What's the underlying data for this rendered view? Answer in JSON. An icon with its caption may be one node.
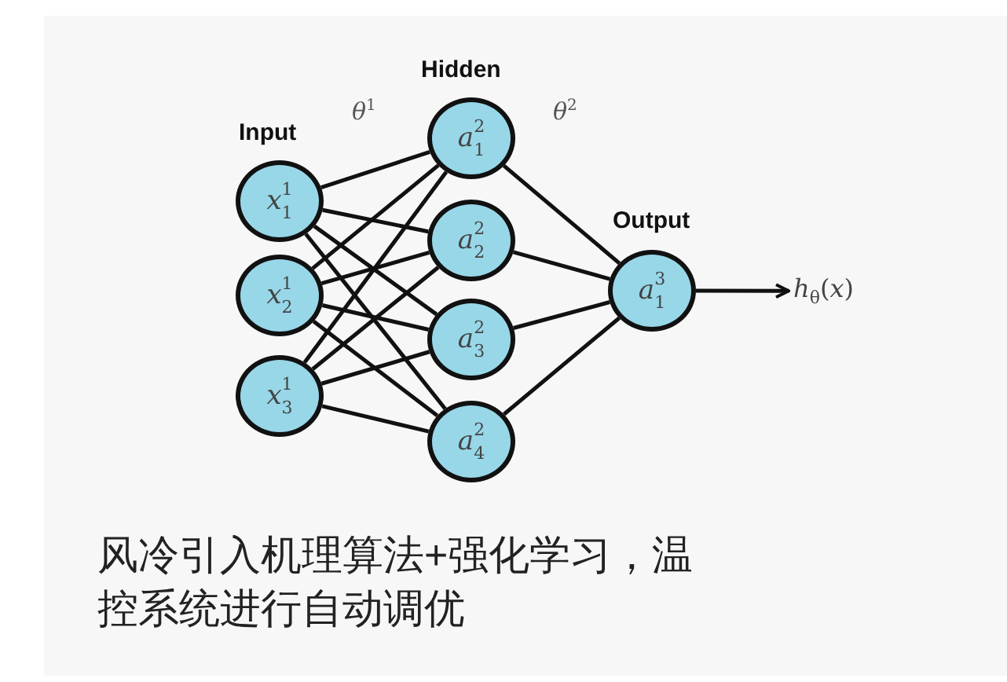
{
  "diagram": {
    "caption": "风冷引入机理算法+强化学习，温控系统进行自动调优",
    "nodes": [
      {
        "text": [
          "*x*$^{1}$$_{1}$"
        ]
      },
      {
        "text": [
          "*x*$^{1}$$_{2}$"
        ]
      },
      {
        "text": [
          "*x*$^{1}$$_{3}$"
        ]
      },
      {
        "text": [
          "*a*$^{2}$$_{1}$"
        ]
      },
      {
        "text": [
          "*a*$^{2}$$_{2}$"
        ]
      },
      {
        "text": [
          "*a*$^{2}$$_{3}$"
        ]
      },
      {
        "text": [
          "*a*$^{2}$$_{4}$"
        ]
      },
      {
        "text": [
          "*a*$^{3}$$_{1}$"
        ]
      },
      {
        "text": [
          "*h*$_{θ}$(*x*)"
        ]
      }
    ],
    "edges": [
      {
        "from": 0,
        "to": 3,
        "arrow": "none"
      },
      {
        "from": 0,
        "to": 4,
        "arrow": "none"
      },
      {
        "from": 0,
        "to": 5,
        "arrow": "none"
      },
      {
        "from": 0,
        "to": 6,
        "arrow": "none"
      },
      {
        "from": 1,
        "to": 3,
        "arrow": "none"
      },
      {
        "from": 1,
        "to": 4,
        "arrow": "none"
      },
      {
        "from": 1,
        "to": 5,
        "arrow": "none"
      },
      {
        "from": 1,
        "to": 6,
        "arrow": "none"
      },
      {
        "from": 2,
        "to": 3,
        "arrow": "none"
      },
      {
        "from": 2,
        "to": 4,
        "arrow": "none"
      },
      {
        "from": 2,
        "to": 5,
        "arrow": "none"
      },
      {
        "from": 2,
        "to": 6,
        "arrow": "none"
      },
      {
        "from": 3,
        "to": 7,
        "arrow": "none"
      },
      {
        "from": 4,
        "to": 7,
        "arrow": "none"
      },
      {
        "from": 5,
        "to": 7,
        "arrow": "none"
      },
      {
        "from": 6,
        "to": 7,
        "arrow": "none"
      },
      {
        "from": 7,
        "to": 8,
        "arrow": "to"
      }
    ],
    "labels": [
      "Hidden",
      "θ$^{1}$",
      "θ$^{2}$",
      "Input",
      "Output"
    ]
  }
}
